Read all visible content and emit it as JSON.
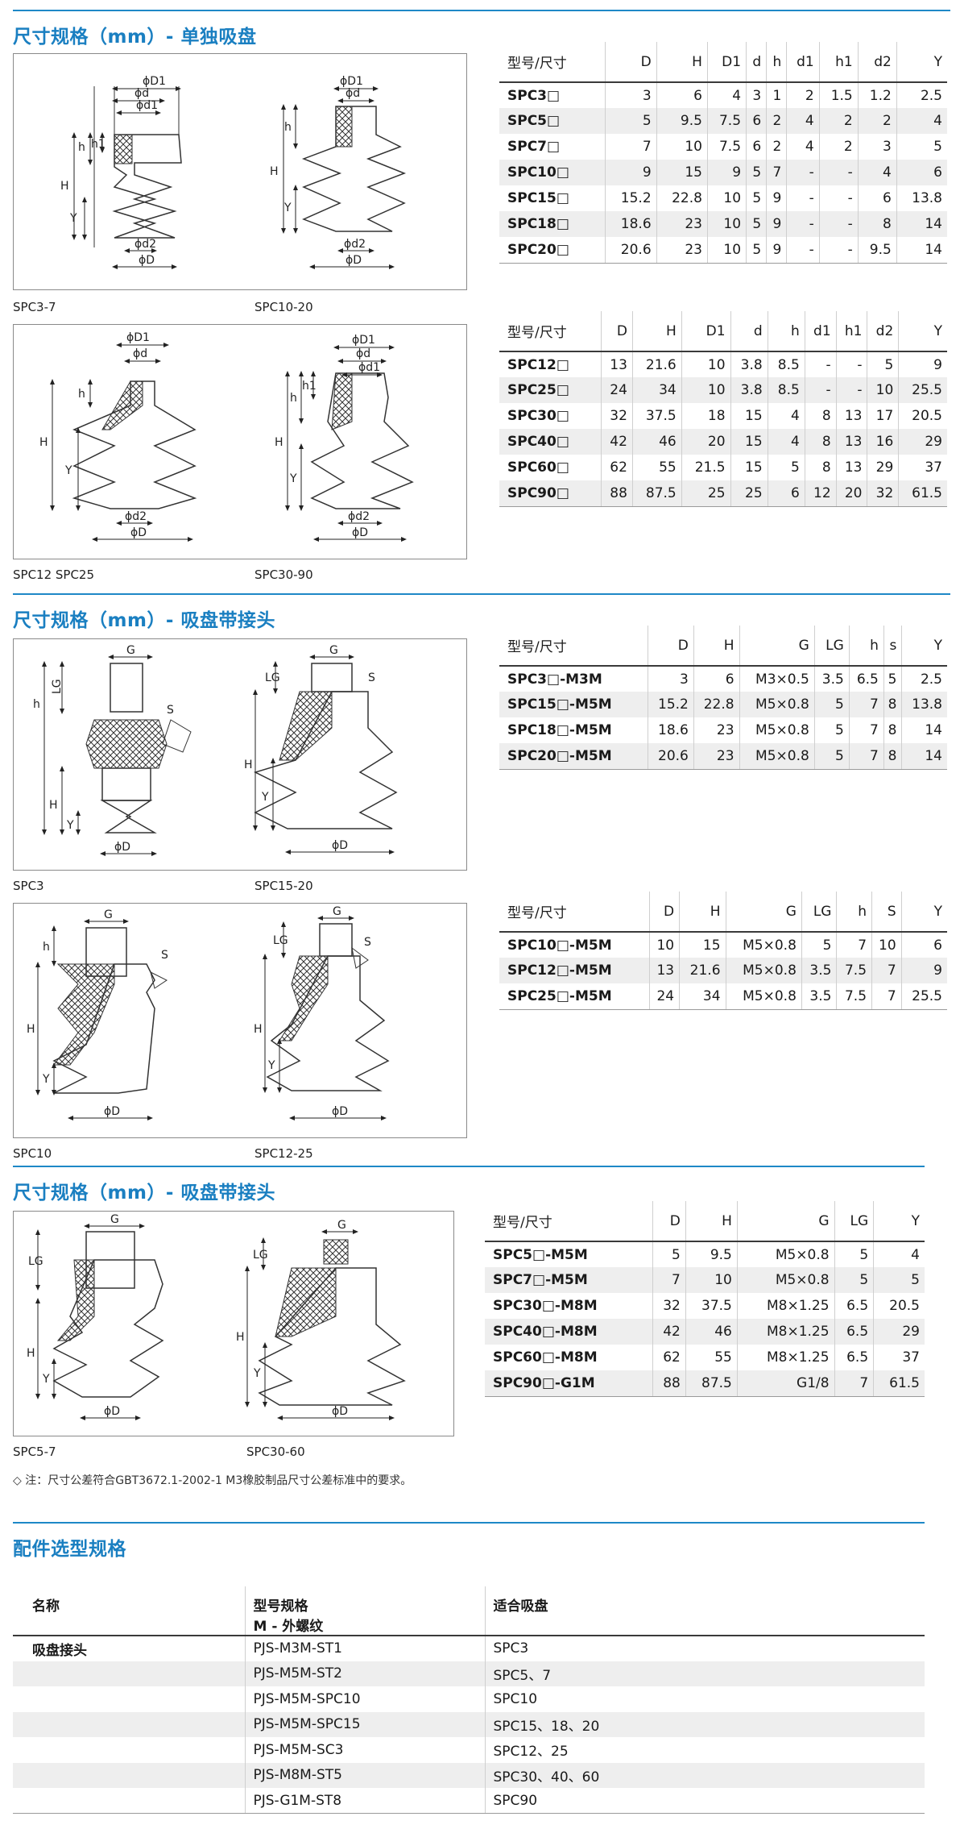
{
  "sections": {
    "s1_title": "尺寸规格（mm）- 单独吸盘",
    "s2_title": "尺寸规格（mm）- 吸盘带接头",
    "s3_title": "尺寸规格（mm）- 吸盘带接头",
    "s4_title": "配件选型规格"
  },
  "captions": {
    "c1a": "SPC3-7",
    "c1b": "SPC10-20",
    "c2a": "SPC12  SPC25",
    "c2b": "SPC30-90",
    "c3a": "SPC3",
    "c3b": "SPC15-20",
    "c4a": "SPC10",
    "c4b": "SPC12-25",
    "c5a": "SPC5-7",
    "c5b": "SPC30-60"
  },
  "dim_labels": {
    "D1": "ϕD1",
    "d": "ϕd",
    "d1": "ϕd1",
    "d2": "ϕd2",
    "D": "ϕD",
    "H": "H",
    "h": "h",
    "h1": "h1",
    "Y": "Y",
    "G": "G",
    "LG": "LG",
    "S": "S"
  },
  "table1": {
    "headers": [
      "型号/尺寸",
      "D",
      "H",
      "D1",
      "d",
      "h",
      "d1",
      "h1",
      "d2",
      "Y"
    ],
    "rows": [
      [
        "SPC3□",
        "3",
        "6",
        "4",
        "3",
        "1",
        "2",
        "1.5",
        "1.2",
        "2.5"
      ],
      [
        "SPC5□",
        "5",
        "9.5",
        "7.5",
        "6",
        "2",
        "4",
        "2",
        "2",
        "4"
      ],
      [
        "SPC7□",
        "7",
        "10",
        "7.5",
        "6",
        "2",
        "4",
        "2",
        "3",
        "5"
      ],
      [
        "SPC10□",
        "9",
        "15",
        "9",
        "5",
        "7",
        "-",
        "-",
        "4",
        "6"
      ],
      [
        "SPC15□",
        "15.2",
        "22.8",
        "10",
        "5",
        "9",
        "-",
        "-",
        "6",
        "13.8"
      ],
      [
        "SPC18□",
        "18.6",
        "23",
        "10",
        "5",
        "9",
        "-",
        "-",
        "8",
        "14"
      ],
      [
        "SPC20□",
        "20.6",
        "23",
        "10",
        "5",
        "9",
        "-",
        "-",
        "9.5",
        "14"
      ]
    ]
  },
  "table2": {
    "headers": [
      "型号/尺寸",
      "D",
      "H",
      "D1",
      "d",
      "h",
      "d1",
      "h1",
      "d2",
      "Y"
    ],
    "rows": [
      [
        "SPC12□",
        "13",
        "21.6",
        "10",
        "3.8",
        "8.5",
        "-",
        "-",
        "5",
        "9"
      ],
      [
        "SPC25□",
        "24",
        "34",
        "10",
        "3.8",
        "8.5",
        "-",
        "-",
        "10",
        "25.5"
      ],
      [
        "SPC30□",
        "32",
        "37.5",
        "18",
        "15",
        "4",
        "8",
        "13",
        "17",
        "20.5"
      ],
      [
        "SPC40□",
        "42",
        "46",
        "20",
        "15",
        "4",
        "8",
        "13",
        "16",
        "29"
      ],
      [
        "SPC60□",
        "62",
        "55",
        "21.5",
        "15",
        "5",
        "8",
        "13",
        "29",
        "37"
      ],
      [
        "SPC90□",
        "88",
        "87.5",
        "25",
        "25",
        "6",
        "12",
        "20",
        "32",
        "61.5"
      ]
    ]
  },
  "table3": {
    "headers": [
      "型号/尺寸",
      "D",
      "H",
      "G",
      "LG",
      "h",
      "s",
      "Y"
    ],
    "rows": [
      [
        "SPC3□-M3M",
        "3",
        "6",
        "M3×0.5",
        "3.5",
        "6.5",
        "5",
        "2.5"
      ],
      [
        "SPC15□-M5M",
        "15.2",
        "22.8",
        "M5×0.8",
        "5",
        "7",
        "8",
        "13.8"
      ],
      [
        "SPC18□-M5M",
        "18.6",
        "23",
        "M5×0.8",
        "5",
        "7",
        "8",
        "14"
      ],
      [
        "SPC20□-M5M",
        "20.6",
        "23",
        "M5×0.8",
        "5",
        "7",
        "8",
        "14"
      ]
    ]
  },
  "table4": {
    "headers": [
      "型号/尺寸",
      "D",
      "H",
      "G",
      "LG",
      "h",
      "S",
      "Y"
    ],
    "rows": [
      [
        "SPC10□-M5M",
        "10",
        "15",
        "M5×0.8",
        "5",
        "7",
        "10",
        "6"
      ],
      [
        "SPC12□-M5M",
        "13",
        "21.6",
        "M5×0.8",
        "3.5",
        "7.5",
        "7",
        "9"
      ],
      [
        "SPC25□-M5M",
        "24",
        "34",
        "M5×0.8",
        "3.5",
        "7.5",
        "7",
        "25.5"
      ]
    ]
  },
  "table5": {
    "headers": [
      "型号/尺寸",
      "D",
      "H",
      "G",
      "LG",
      "Y"
    ],
    "rows": [
      [
        "SPC5□-M5M",
        "5",
        "9.5",
        "M5×0.8",
        "5",
        "4"
      ],
      [
        "SPC7□-M5M",
        "7",
        "10",
        "M5×0.8",
        "5",
        "5"
      ],
      [
        "SPC30□-M8M",
        "32",
        "37.5",
        "M8×1.25",
        "6.5",
        "20.5"
      ],
      [
        "SPC40□-M8M",
        "42",
        "46",
        "M8×1.25",
        "6.5",
        "29"
      ],
      [
        "SPC60□-M8M",
        "62",
        "55",
        "M8×1.25",
        "6.5",
        "37"
      ],
      [
        "SPC90□-G1M",
        "88",
        "87.5",
        "G1/8",
        "7",
        "61.5"
      ]
    ]
  },
  "note": "◇ 注：尺寸公差符合GBT3672.1-2002-1 M3橡胶制品尺寸公差标准中的要求。",
  "accessory": {
    "h_name": "名称",
    "h_model": "型号规格",
    "h_model_sub": "M - 外螺纹",
    "h_fit": "适合吸盘",
    "rows": [
      [
        "吸盘接头",
        "PJS-M3M-ST1",
        "SPC3"
      ],
      [
        "",
        "PJS-M5M-ST2",
        "SPC5、7"
      ],
      [
        "",
        "PJS-M5M-SPC10",
        "SPC10"
      ],
      [
        "",
        "PJS-M5M-SPC15",
        "SPC15、18、20"
      ],
      [
        "",
        "PJS-M5M-SC3",
        "SPC12、25"
      ],
      [
        "",
        "PJS-M8M-ST5",
        "SPC30、40、60"
      ],
      [
        "",
        "PJS-G1M-ST8",
        "SPC90"
      ]
    ]
  }
}
